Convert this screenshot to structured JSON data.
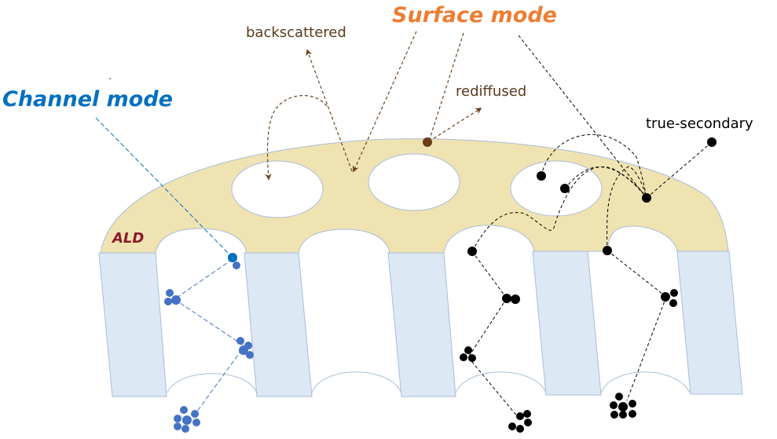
{
  "labels": {
    "channel_mode": "Channel mode",
    "surface_mode": "Surface mode",
    "backscattered": "backscattered",
    "rediffused": "rediffused",
    "true_secondary": "true-secondary",
    "ald": "ALD"
  },
  "colors": {
    "channel_mode": "#0070c0",
    "surface_mode": "#ed7d31",
    "electron_text": "#5b3a1a",
    "ald_text": "#8b1a2b",
    "ald_fill": "#efe3b2",
    "wall_fill": "#dde8f5",
    "outline": "#a9bcd9",
    "channel_particles": "#4472c4",
    "secondary_particles": "#000000",
    "rediffused_particle": "#6b3f16"
  }
}
